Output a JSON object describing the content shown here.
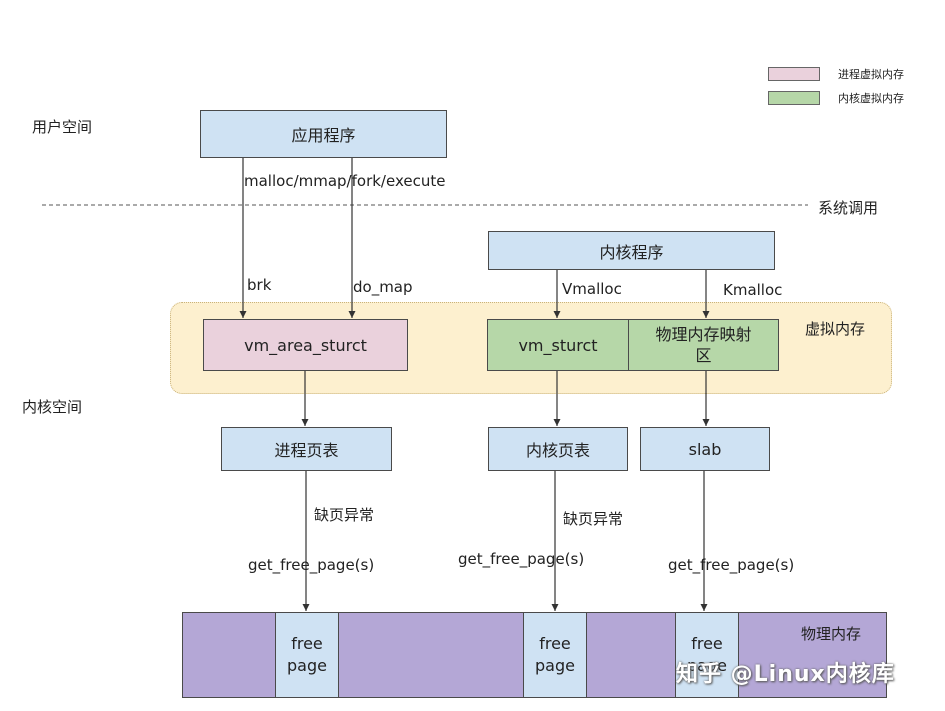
{
  "legend": [
    {
      "label": "进程虚拟内存",
      "color": "#ead1dc"
    },
    {
      "label": "内核虚拟内存",
      "color": "#b6d7a8"
    }
  ],
  "regions": {
    "user_space": "用户空间",
    "kernel_space": "内核空间",
    "syscall": "系统调用",
    "virtual_memory": "虚拟内存",
    "physical_memory": "物理内存"
  },
  "nodes": {
    "app": "应用程序",
    "kernel_program": "内核程序",
    "vm_area": "vm_area_sturct",
    "vm_sturct": "vm_sturct",
    "phys_map_line1": "物理内存映射",
    "phys_map_line2": "区",
    "process_page_table": "进程页表",
    "kernel_page_table": "内核页表",
    "slab": "slab"
  },
  "edges": {
    "malloc_calls": "malloc/mmap/fork/execute",
    "brk": "brk",
    "do_map": "do_map",
    "vmalloc": "Vmalloc",
    "kmalloc": "Kmalloc",
    "page_fault_1": "缺页异常",
    "page_fault_2": "缺页异常",
    "get_free_1": "get_free_page(s)",
    "get_free_2": "get_free_page(s)",
    "get_free_3": "get_free_page(s)"
  },
  "memory_strip": [
    {
      "label_line1": "",
      "label_line2": "",
      "color": "#b4a7d6"
    },
    {
      "label_line1": "free",
      "label_line2": "page",
      "color": "#cfe2f3"
    },
    {
      "label_line1": "",
      "label_line2": "",
      "color": "#b4a7d6"
    },
    {
      "label_line1": "free",
      "label_line2": "page",
      "color": "#cfe2f3"
    },
    {
      "label_line1": "",
      "label_line2": "",
      "color": "#b4a7d6"
    },
    {
      "label_line1": "free",
      "label_line2": "page",
      "color": "#cfe2f3"
    },
    {
      "label_line1": "",
      "label_line2": "",
      "color": "#b4a7d6"
    }
  ],
  "watermark": "知乎 @Linux内核库"
}
